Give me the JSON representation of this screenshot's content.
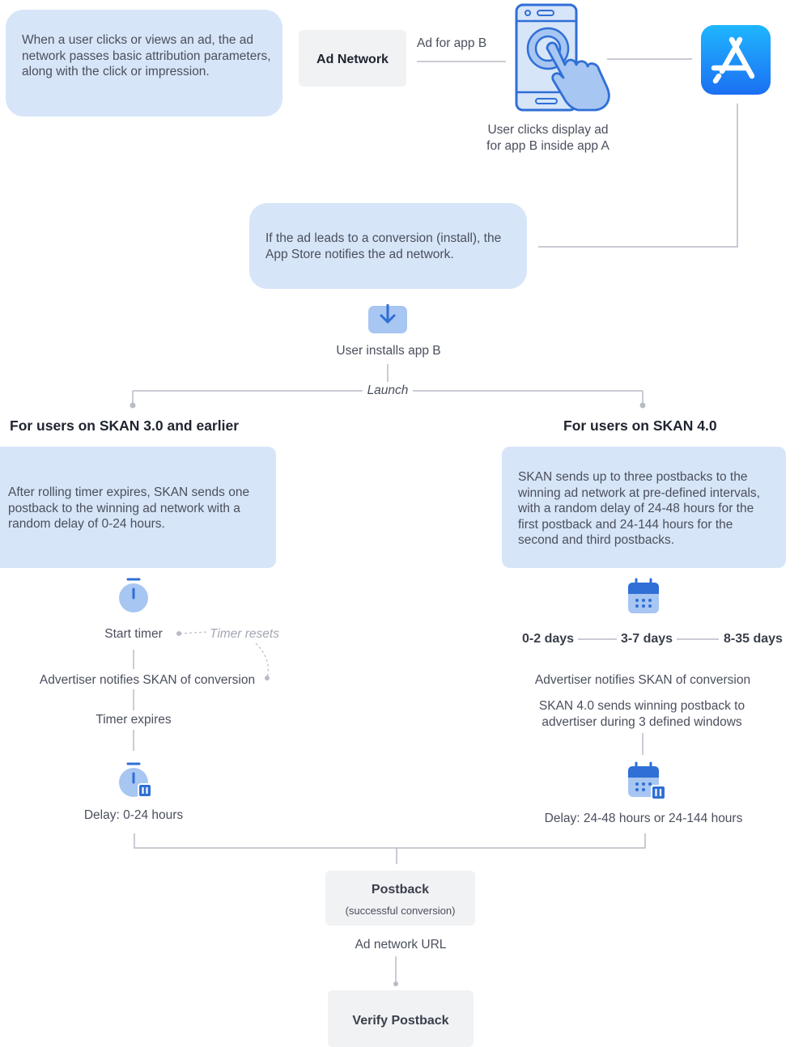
{
  "top": {
    "intro_text": "When a user clicks or views an ad, the ad network passes basic attribution parameters, along with the click or impression.",
    "ad_network_label": "Ad Network",
    "ad_for_app_label": "Ad for app B",
    "user_clicks_line1": "User clicks display ad",
    "user_clicks_line2": "for app B inside app A",
    "phone_icon": "phone-tap-icon",
    "app_store_icon": "app-store-icon"
  },
  "conversion": {
    "text": "If the ad leads to a conversion (install), the App Store notifies the ad network.",
    "install_icon": "download-icon",
    "install_label": "User installs app B",
    "launch_label": "Launch"
  },
  "skan3": {
    "heading": "For users on SKAN 3.0 and earlier",
    "description": "After rolling timer expires, SKAN sends one postback to the winning ad network with a random delay of 0-24 hours.",
    "start_timer": "Start timer",
    "timer_resets": "Timer resets",
    "advertiser_notifies": "Advertiser notifies SKAN of conversion",
    "timer_expires": "Timer expires",
    "delay": "Delay: 0-24 hours"
  },
  "skan4": {
    "heading": "For users on SKAN 4.0",
    "description": "SKAN sends up to three postbacks to the winning ad network at pre-defined intervals, with a random delay of 24-48 hours for the first postback and 24-144 hours for the second and third postbacks.",
    "window1": "0-2 days",
    "window2": "3-7 days",
    "window3": "8-35 days",
    "advertiser_notifies": "Advertiser notifies SKAN of conversion",
    "sends_text": "SKAN 4.0 sends winning postback to advertiser during 3 defined windows",
    "delay": "Delay: 24-48 hours or 24-144 hours"
  },
  "bottom": {
    "postback_title": "Postback",
    "postback_sub": "(successful conversion)",
    "ad_network_url": "Ad network URL",
    "verify": "Verify Postback"
  },
  "colors": {
    "box_blue": "#d7e5f8",
    "box_grey": "#f1f2f4",
    "line_grey": "#b8bcc6",
    "icon_blue": "#2f6fd6",
    "icon_light": "#a7c6f2"
  }
}
